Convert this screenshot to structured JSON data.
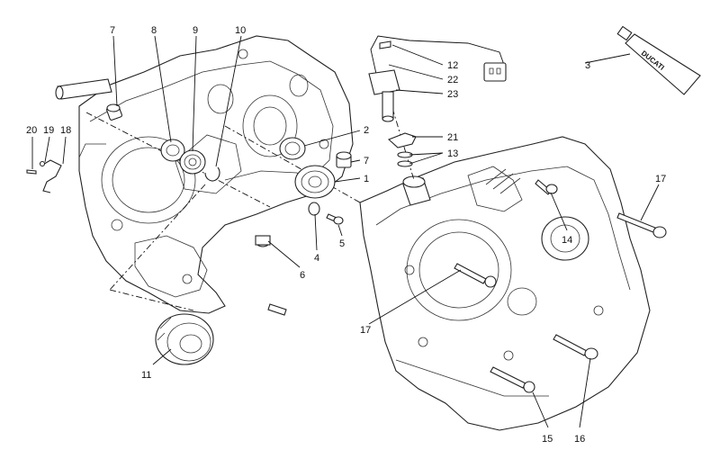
{
  "labels": {
    "l7a": "7",
    "l8": "8",
    "l9": "9",
    "l10": "10",
    "l12": "12",
    "l22": "22",
    "l23": "23",
    "l3": "3",
    "l20": "20",
    "l19": "19",
    "l18": "18",
    "l2": "2",
    "l21": "21",
    "l13": "13",
    "l7b": "7",
    "l1": "1",
    "l17a": "17",
    "l14": "14",
    "l4": "4",
    "l5": "5",
    "l6": "6",
    "l17b": "17",
    "l11": "11",
    "l15": "15",
    "l16": "16"
  },
  "tube_brand": "DUCATI"
}
